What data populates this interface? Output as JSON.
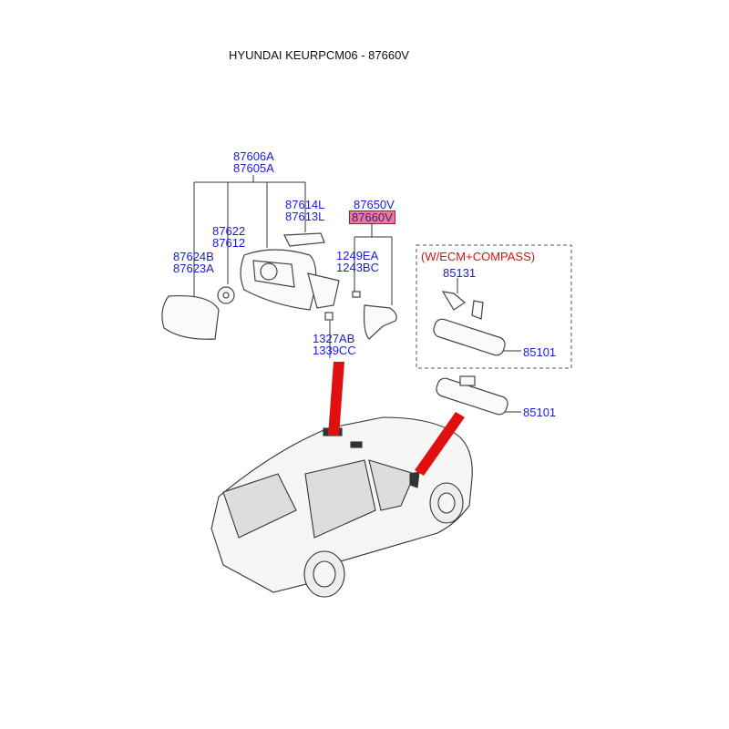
{
  "title": "HYUNDAI KEURPCM06 - 87660V",
  "note": "(W/ECM+COMPASS)",
  "colors": {
    "label": "#1a1adf",
    "highlight": "#f07a8a",
    "pointer": "#e01010"
  },
  "parts": {
    "mirror_assy": [
      "87606A",
      "87605A"
    ],
    "cover": [
      "87614L",
      "87613L"
    ],
    "actuator": [
      "87622",
      "87612"
    ],
    "glass": [
      "87624B",
      "87623A"
    ],
    "cap_top": "87650V",
    "cap_selected": "87660V",
    "screw": [
      "1249EA",
      "1243BC"
    ],
    "nut": [
      "1327AB",
      "1339CC"
    ],
    "bracket": "85131",
    "inside_mirror_ecm": "85101",
    "inside_mirror": "85101"
  }
}
